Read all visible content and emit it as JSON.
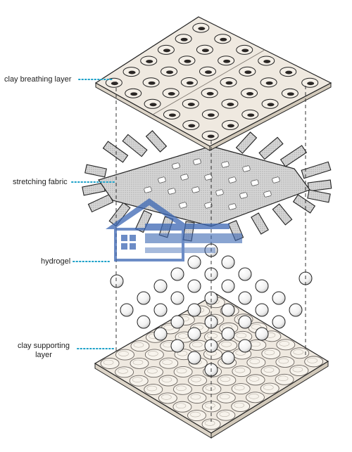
{
  "labels": {
    "breathing": "clay breathing layer",
    "fabric": "stretching fabric",
    "hydrogel": "hydrogel",
    "support_line1": "clay supporting",
    "support_line2": "layer"
  },
  "colors": {
    "leader": "#1aa0c8",
    "clay_fill": "#efe9e0",
    "outline": "#222222",
    "fabric_fill": "#c9c9c9",
    "watermark": "#3b66b3"
  },
  "icons": {
    "watermark": "house-logo"
  }
}
